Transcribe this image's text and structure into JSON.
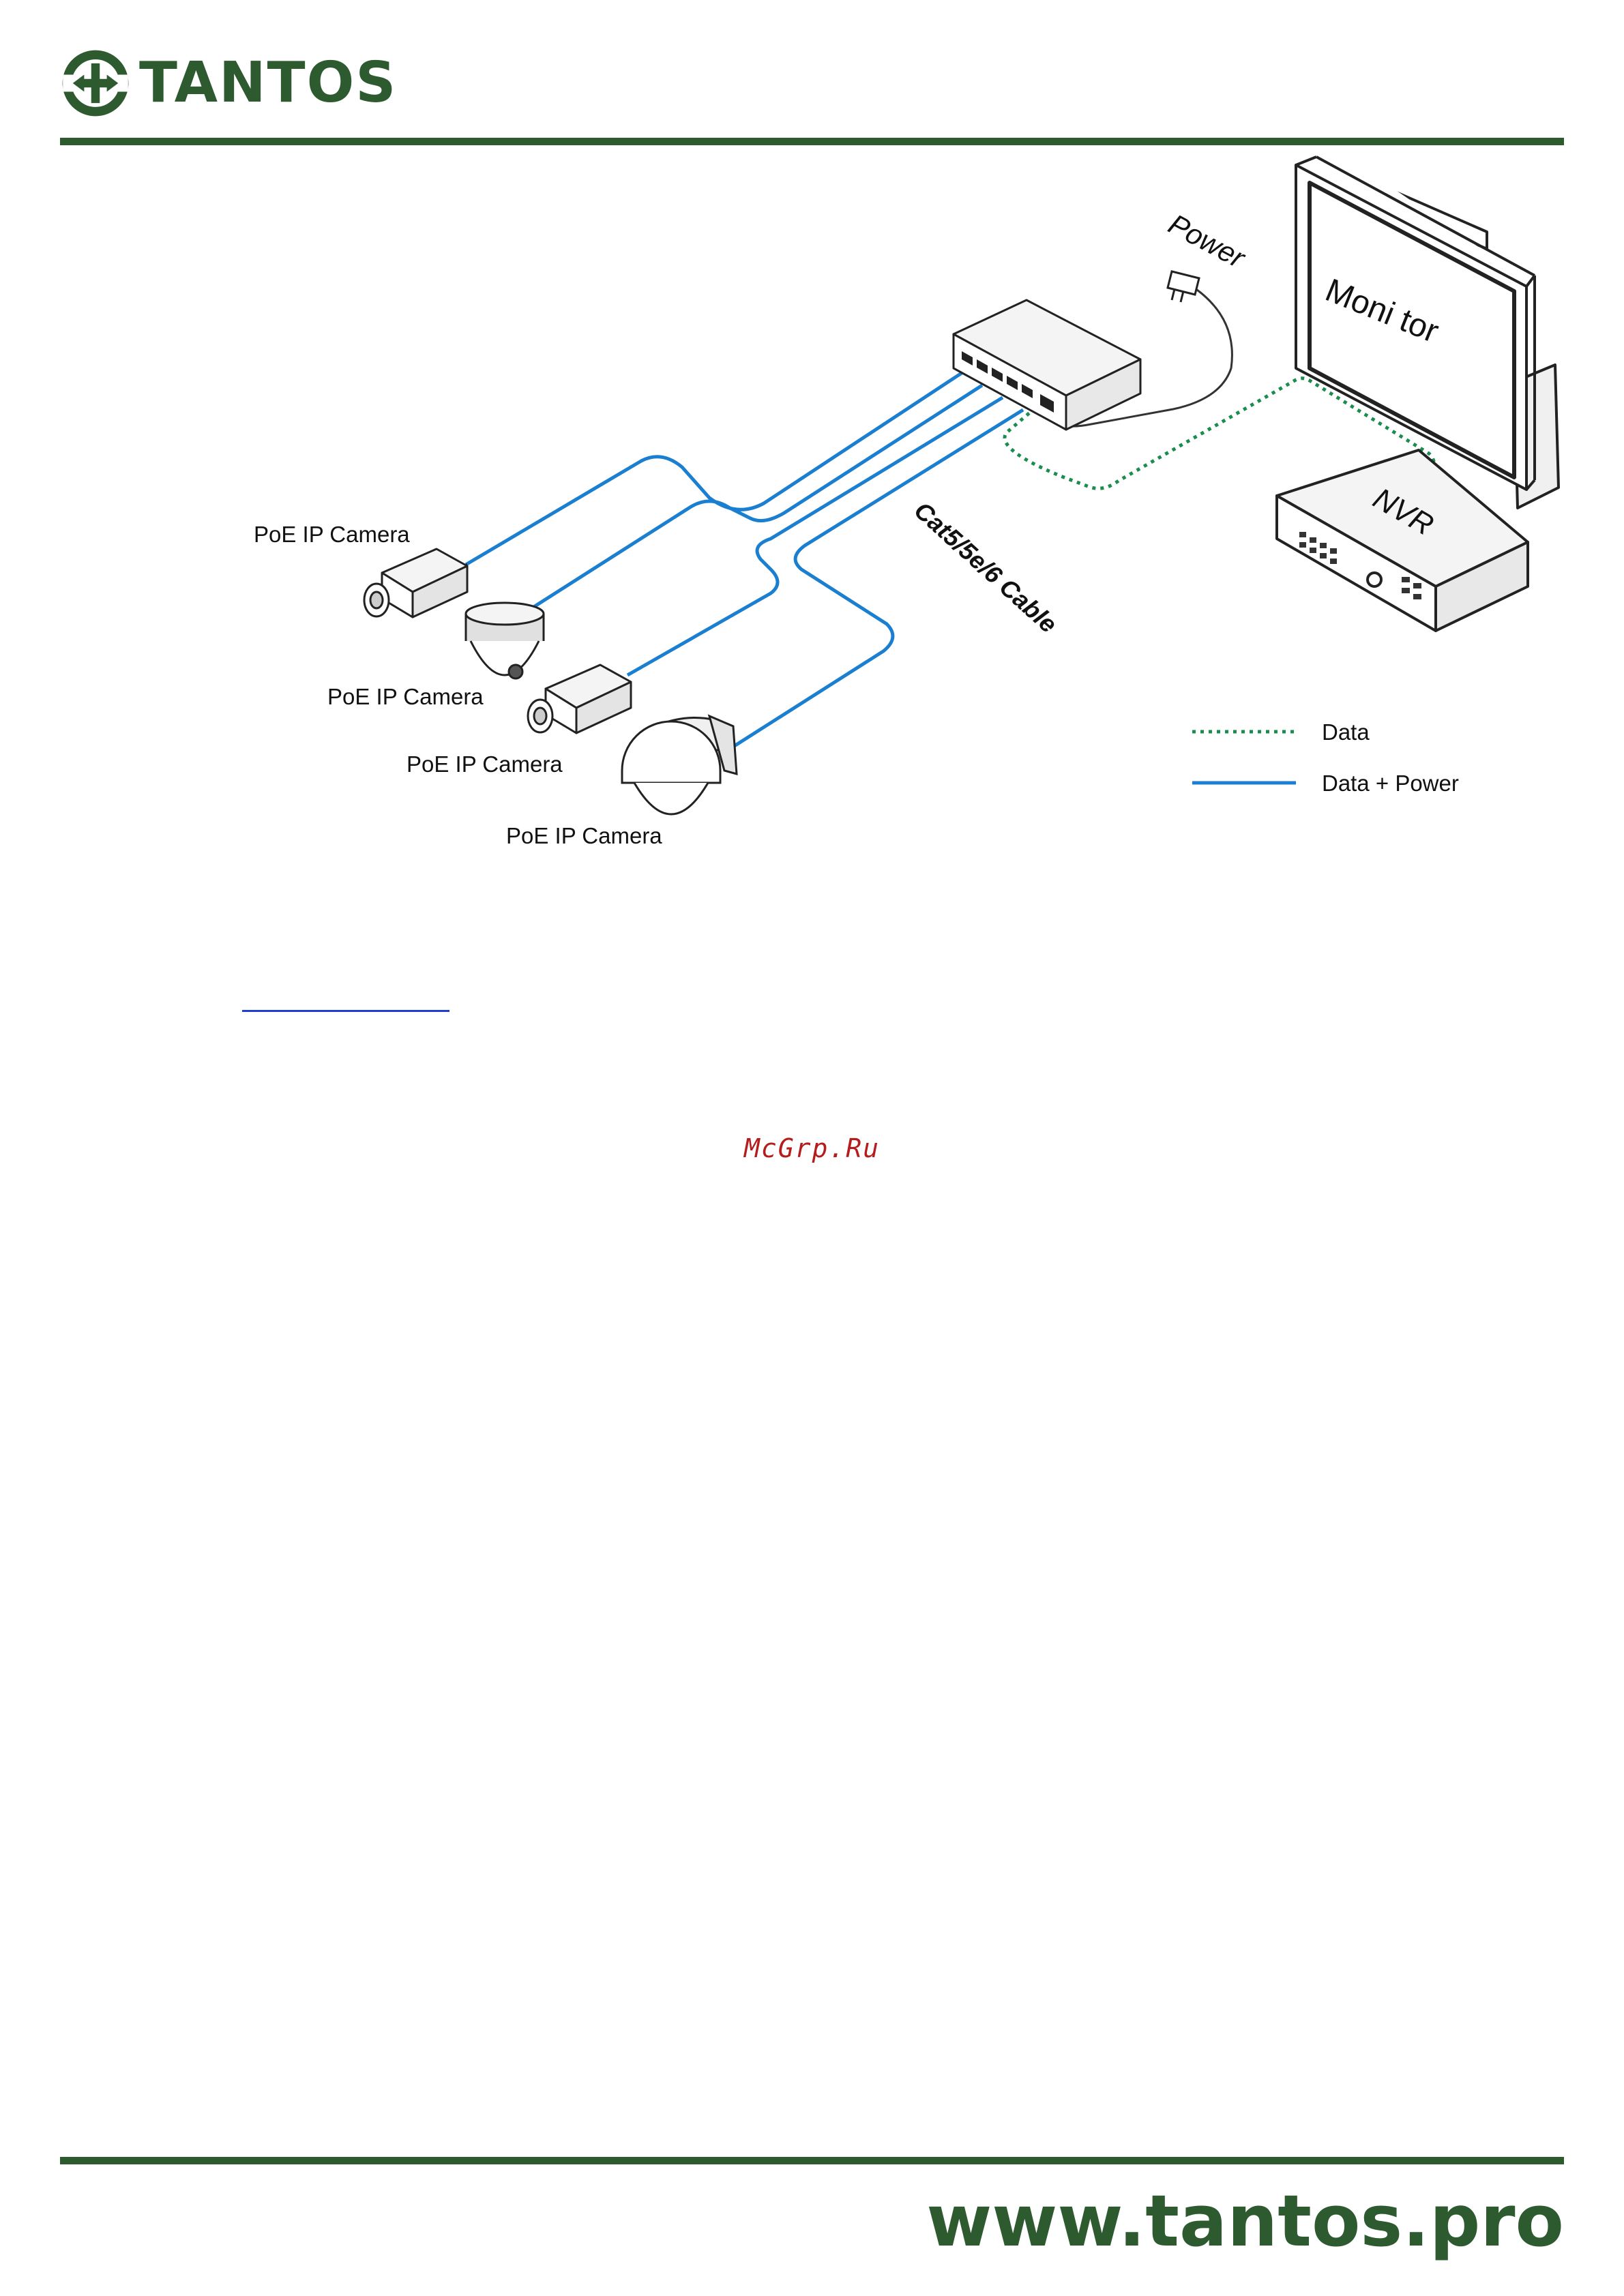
{
  "header": {
    "brand_name": "TANTOS",
    "brand_color": "#2e5a30",
    "logo_icon": "tantos-logo-icon"
  },
  "diagram": {
    "camera_labels": [
      "PoE IP Camera",
      "PoE IP Camera",
      "PoE IP Camera",
      "PoE IP Camera"
    ],
    "power_label": "Power",
    "monitor_label": "Moni tor",
    "nvr_label": "NVR",
    "cable_label": "Cat5/5e/6 Cable",
    "legend": {
      "data_label": "Data",
      "data_power_label": "Data + Power",
      "data_color": "#1a8c4e",
      "data_power_color": "#1a7fd0"
    }
  },
  "watermark": "McGrp.Ru",
  "footer": {
    "website": "www.tantos.pro"
  }
}
